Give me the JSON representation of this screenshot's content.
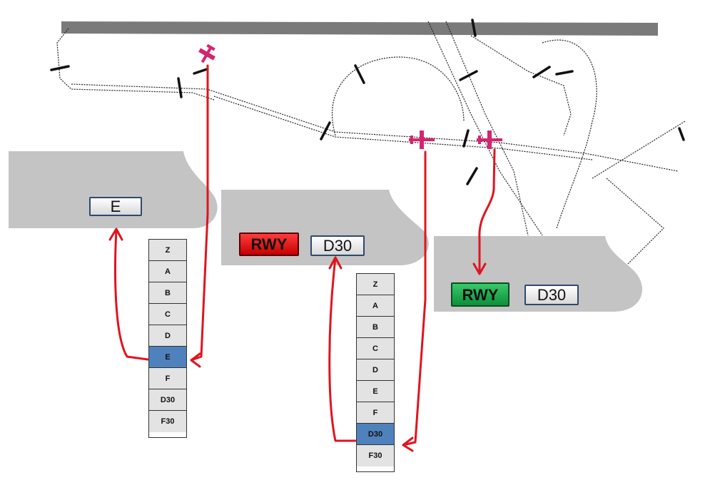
{
  "colors": {
    "panel": "#c4c4c4",
    "arrow": "#e0141e",
    "aircraft": "#d6246e",
    "runway": "#7a7a7a",
    "selected": "#4f81bd",
    "rwy_red": "#e11d1d",
    "rwy_green": "#1eaa4e"
  },
  "panel1": {
    "label": "E"
  },
  "panel2": {
    "rwy_label": "RWY",
    "label": "D30"
  },
  "panel3": {
    "rwy_label": "RWY",
    "label": "D30"
  },
  "list1": {
    "items": [
      "Z",
      "A",
      "B",
      "C",
      "D",
      "E",
      "F",
      "D30",
      "F30"
    ],
    "selected": "E"
  },
  "list2": {
    "items": [
      "Z",
      "A",
      "B",
      "C",
      "D",
      "E",
      "F",
      "D30",
      "F30"
    ],
    "selected": "D30"
  }
}
